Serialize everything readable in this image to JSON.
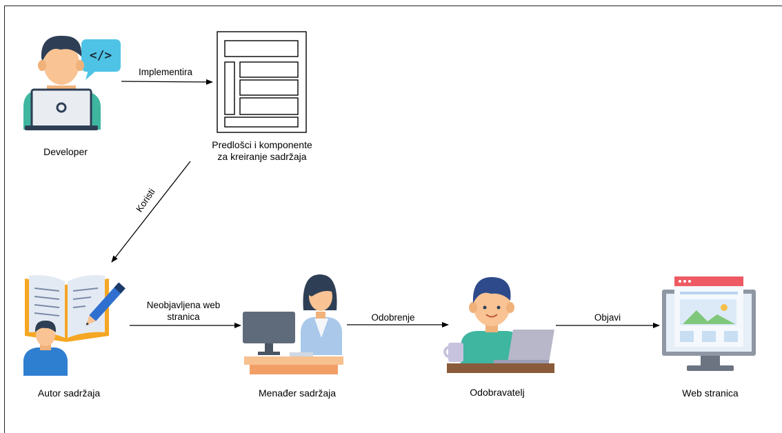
{
  "nodes": {
    "developer": {
      "label": "Developer",
      "icon": "developer-with-laptop-code-icon"
    },
    "templates": {
      "label_line1": "Predlošci i komponente",
      "label_line2": "za kreiranje sadržaja",
      "icon": "page-template-wireframe-icon"
    },
    "author": {
      "label": "Autor sadržaja",
      "icon": "author-with-book-and-pencil-icon"
    },
    "manager": {
      "label": "Menađer sadržaja",
      "icon": "woman-at-computer-desk-icon"
    },
    "approver": {
      "label": "Odobravatelj",
      "icon": "man-with-laptop-and-mug-icon"
    },
    "website": {
      "label": "Web stranica",
      "icon": "monitor-with-webpage-icon"
    }
  },
  "edges": {
    "implements": "Implementira",
    "uses": "Koristi",
    "unpublished_line1": "Neobjavljena web",
    "unpublished_line2": "stranica",
    "approval": "Odobrenje",
    "publish": "Objavi"
  },
  "colors": {
    "skin": "#f9c394",
    "hair_dark": "#2e3f55",
    "shirt_teal": "#3fb6a0",
    "blue_shirt": "#2f7fd1",
    "desk_brown": "#c87a43",
    "laptop_gray": "#b7b7c9",
    "monitor_gray": "#5f6b7a",
    "book_orange": "#f5a623"
  }
}
